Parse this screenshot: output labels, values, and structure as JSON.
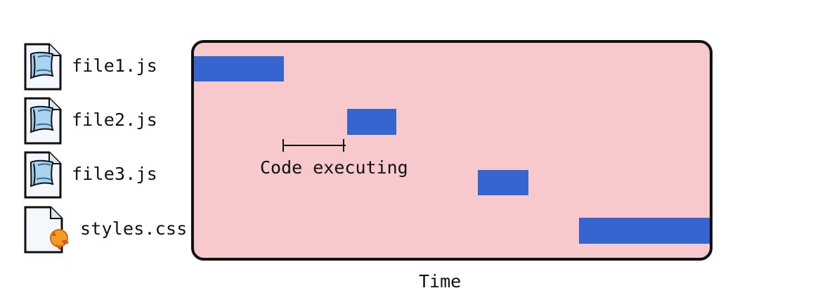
{
  "files": [
    {
      "name": "file1.js",
      "icon": "script-file-icon"
    },
    {
      "name": "file2.js",
      "icon": "script-file-icon"
    },
    {
      "name": "file3.js",
      "icon": "script-file-icon"
    },
    {
      "name": "styles.css",
      "icon": "stylesheet-file-icon"
    }
  ],
  "annotation": {
    "label": "Code executing"
  },
  "axis": {
    "label": "Time"
  },
  "colors": {
    "panel_background": "#f7c8cc",
    "execution_bar": "#3765cf",
    "outline": "#111111"
  }
}
